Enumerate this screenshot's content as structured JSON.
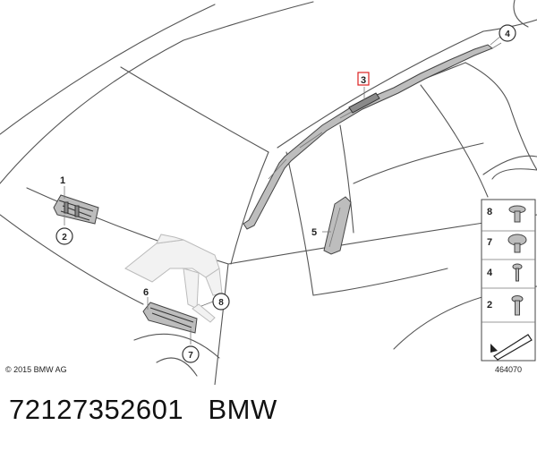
{
  "footer": {
    "part_number": "72127352601",
    "brand": "BMW"
  },
  "diagram": {
    "copyright": "© 2015 BMW AG",
    "drawing_id": "464070",
    "callouts": {
      "c1": "1",
      "c2": "2",
      "c3": "3",
      "c4": "4",
      "c5": "5",
      "c6": "6",
      "c7": "7",
      "c8": "8"
    },
    "legend": {
      "r1": "8",
      "r2": "7",
      "r3": "4",
      "r4": "2"
    },
    "highlight_color": "#dd2222"
  }
}
